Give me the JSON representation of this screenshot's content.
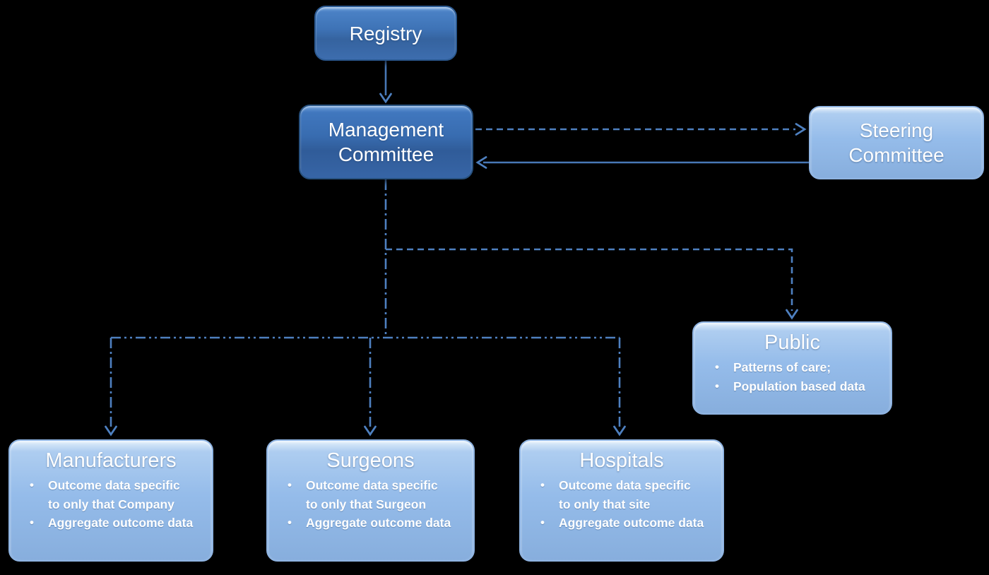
{
  "diagram": {
    "background_color": "#000000",
    "connector_color": "#4E80C0",
    "dark_box_color": "#3E73B6",
    "light_box_color": "#95BCEA",
    "text_color": "#FFFFFF"
  },
  "nodes": {
    "registry": {
      "title": "Registry"
    },
    "management_committee": {
      "title": "Management Committee"
    },
    "steering_committee": {
      "title": "Steering Committee"
    },
    "public": {
      "title": "Public",
      "bullets": [
        "Patterns of care;",
        "Population based data"
      ]
    },
    "manufacturers": {
      "title": "Manufacturers",
      "bullets": [
        "Outcome data specific to only that Company",
        "Aggregate outcome data"
      ]
    },
    "surgeons": {
      "title": "Surgeons",
      "bullets": [
        "Outcome data specific to only that Surgeon",
        "Aggregate outcome data"
      ]
    },
    "hospitals": {
      "title": "Hospitals",
      "bullets": [
        "Outcome data specific to only that site",
        "Aggregate outcome data"
      ]
    }
  },
  "edges": [
    {
      "from": "Registry",
      "to": "Management Committee",
      "style": "solid",
      "arrow": "to"
    },
    {
      "from": "Management Committee",
      "to": "Steering Committee",
      "style": "dashed",
      "arrow": "to"
    },
    {
      "from": "Steering Committee",
      "to": "Management Committee",
      "style": "solid",
      "arrow": "to"
    },
    {
      "from": "Management Committee",
      "to": "Public",
      "style": "dashed",
      "arrow": "to"
    },
    {
      "from": "Management Committee",
      "to": "Manufacturers",
      "style": "dash-dot",
      "arrow": "to"
    },
    {
      "from": "Management Committee",
      "to": "Surgeons",
      "style": "dash-dot",
      "arrow": "to"
    },
    {
      "from": "Management Committee",
      "to": "Hospitals",
      "style": "dash-dot",
      "arrow": "to"
    }
  ]
}
